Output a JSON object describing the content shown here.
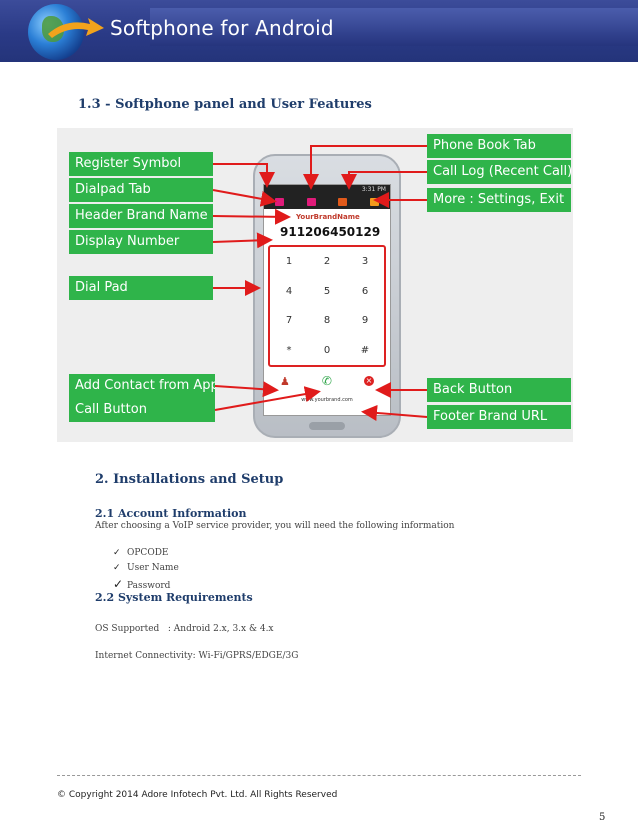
{
  "header": {
    "title": "Softphone for Android"
  },
  "section": {
    "title": "1.3 - Softphone panel and User Features"
  },
  "figure": {
    "left_labels": [
      "Register Symbol",
      "Dialpad Tab",
      "Header Brand Name",
      "Display Number",
      "Dial Pad",
      "Add Contact from App",
      "Call Button"
    ],
    "right_labels": [
      "Phone Book Tab",
      "Call Log (Recent Call)",
      "More : Settings, Exit",
      "Back Button",
      "Footer Brand URL"
    ],
    "phone": {
      "status_time": "3:31 PM",
      "brand": "YourBrandName",
      "number": "911206450129",
      "keys": [
        "1",
        "2",
        "3",
        "4",
        "5",
        "6",
        "7",
        "8",
        "9",
        "*",
        "0",
        "#"
      ],
      "footer_url": "www.yourbrand.com"
    },
    "colors": {
      "label_green": "#2fb44a",
      "arrow_red": "#e01b1b"
    }
  },
  "install": {
    "title": "2. Installations and Setup",
    "account_title": "2.1 Account Information",
    "account_text": "After choosing a VoIP service provider, you will need the following information",
    "items": [
      "OPCODE",
      "User Name",
      "Password"
    ],
    "sysreq_title": "2.2 System Requirements",
    "os_line": "OS Supported   : Android 2.x, 3.x & 4.x",
    "net_line": "Internet Connectivity: Wi-Fi/GPRS/EDGE/3G"
  },
  "footer": {
    "copyright": "© Copyright 2014 Adore Infotech Pvt. Ltd. All Rights Reserved",
    "page_number": "5"
  }
}
